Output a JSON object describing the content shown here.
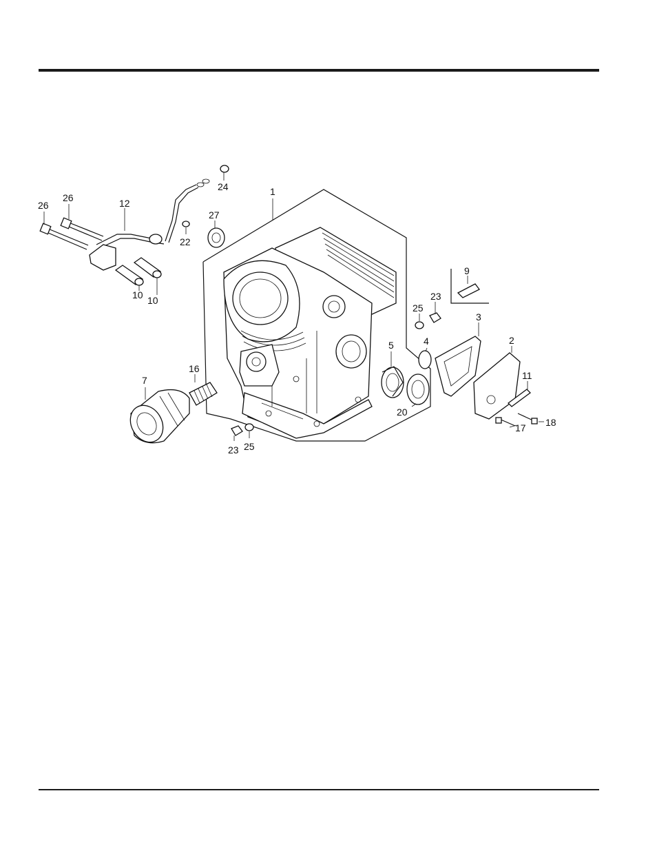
{
  "diagram": {
    "parts": [
      {
        "id": "p1",
        "label": "1"
      },
      {
        "id": "p2",
        "label": "2"
      },
      {
        "id": "p3",
        "label": "3"
      },
      {
        "id": "p4",
        "label": "4"
      },
      {
        "id": "p5",
        "label": "5"
      },
      {
        "id": "p7",
        "label": "7"
      },
      {
        "id": "p9",
        "label": "9"
      },
      {
        "id": "p10a",
        "label": "10"
      },
      {
        "id": "p10b",
        "label": "10"
      },
      {
        "id": "p11",
        "label": "11"
      },
      {
        "id": "p12",
        "label": "12"
      },
      {
        "id": "p16",
        "label": "16"
      },
      {
        "id": "p17",
        "label": "17"
      },
      {
        "id": "p18",
        "label": "18"
      },
      {
        "id": "p20",
        "label": "20"
      },
      {
        "id": "p22",
        "label": "22"
      },
      {
        "id": "p23a",
        "label": "23"
      },
      {
        "id": "p23b",
        "label": "23"
      },
      {
        "id": "p24",
        "label": "24"
      },
      {
        "id": "p25a",
        "label": "25"
      },
      {
        "id": "p25b",
        "label": "25"
      },
      {
        "id": "p26a",
        "label": "26"
      },
      {
        "id": "p26b",
        "label": "26"
      },
      {
        "id": "p27",
        "label": "27"
      }
    ]
  }
}
